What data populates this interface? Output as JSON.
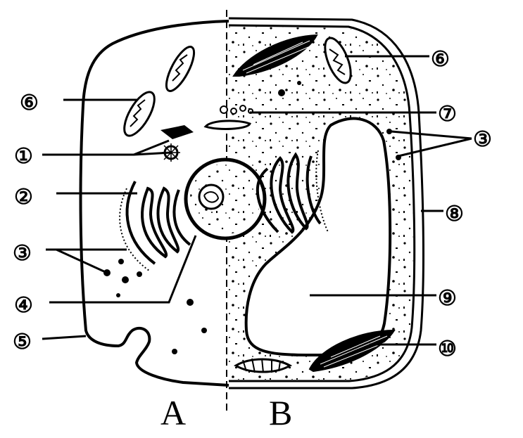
{
  "labels": {
    "n1": "①",
    "n2": "②",
    "n3_left": "③",
    "n3_right": "③",
    "n4": "④",
    "n5": "⑤",
    "n6_left": "⑥",
    "n6_right": "⑥",
    "n7": "⑦",
    "n8": "⑧",
    "n9": "⑨",
    "n10": "⑩"
  },
  "halves": {
    "left": "A",
    "right": "B"
  }
}
